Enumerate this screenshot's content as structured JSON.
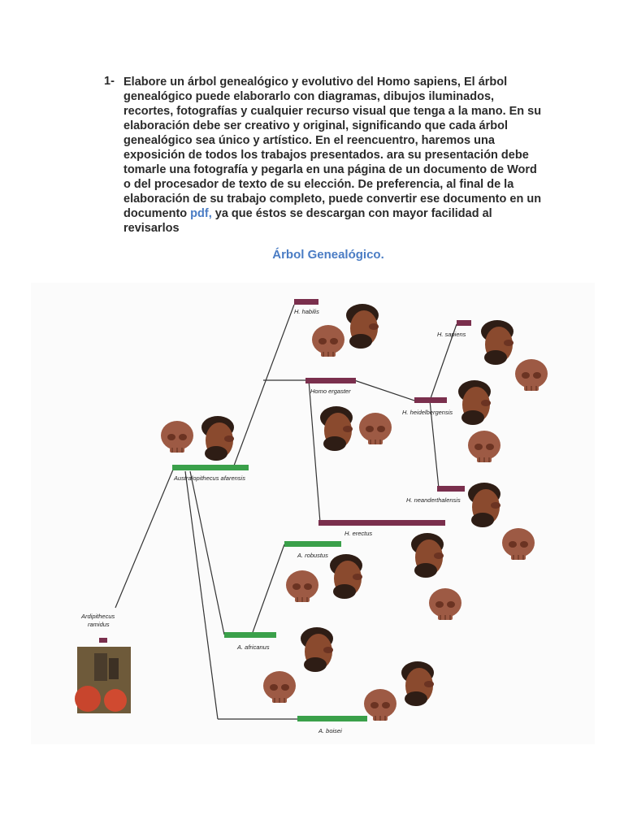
{
  "instruction": {
    "number": "1-",
    "text_before_link": "Elabore un árbol genealógico y evolutivo del Homo sapiens, El árbol genealógico puede elaborarlo con diagramas, dibujos iluminados, recortes, fotografías y cualquier recurso visual que tenga a la mano. En su elaboración debe ser creativo y original, significando que cada árbol genealógico sea único y artístico. En el reencuentro, haremos una exposición de todos los trabajos presentados. ara su presentación debe tomarle una fotografía y pegarla en una página de un documento de Word o del procesador de texto de su elección. De preferencia, al final de la elaboración de su trabajo completo, puede convertir ese documento en un documento ",
    "link_text": "pdf,",
    "text_after_link": " ya que éstos se descargan con mayor facilidad al revisarlos"
  },
  "heading": "Árbol Genealógico.",
  "figure": {
    "labels": {
      "h_habilis": "H. habilis",
      "h_sapiens": "H. sapiens",
      "homo_ergaster": "Homo ergaster",
      "h_heidelbergensis": "H. heidelbergensis",
      "australopithecus_afarensis": "Australopithecus afarensis",
      "h_neanderthalensis": "H. neanderthalensis",
      "h_erectus": "H. erectus",
      "a_robustus": "A. robustus",
      "ardipithecus_1": "Ardipithecus",
      "ardipithecus_2": "ramidus",
      "a_africanus": "A. africanus",
      "a_boisei": "A. boisei"
    },
    "colors": {
      "homo_bar": "#7a2f4d",
      "australopith_bar": "#3aa04a",
      "link": "#4a7cc4"
    }
  }
}
